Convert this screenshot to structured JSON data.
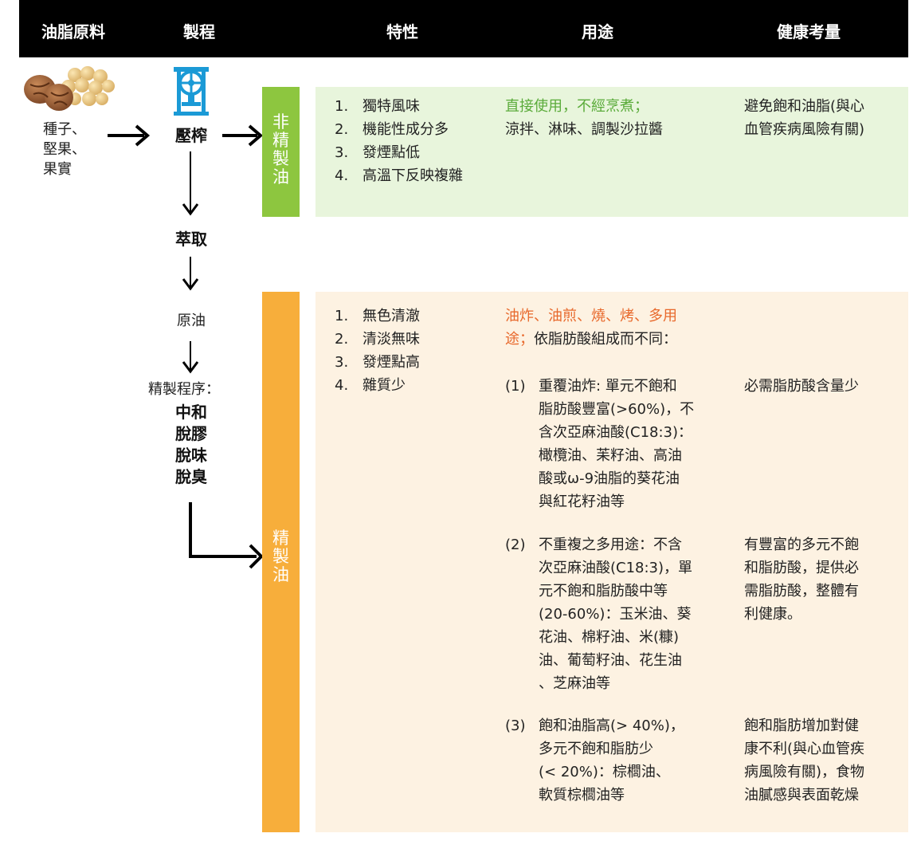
{
  "header": {
    "col_material": "油脂原料",
    "col_process": "製程",
    "col_property": "特性",
    "col_usage": "用途",
    "col_health": "健康考量"
  },
  "material": {
    "lines": [
      "種子、",
      "堅果、",
      "果實"
    ]
  },
  "process": {
    "press": "壓榨",
    "extract": "萃取",
    "crude": "原油",
    "refine_label": "精製程序：",
    "refine_steps": [
      "中和",
      "脫膠",
      "脫味",
      "脫臭"
    ]
  },
  "unrefined": {
    "label": [
      "非",
      "精",
      "製",
      "油"
    ],
    "properties": [
      {
        "num": "1.",
        "text": "獨特風味"
      },
      {
        "num": "2.",
        "text": "機能性成分多"
      },
      {
        "num": "3.",
        "text": "發煙點低"
      },
      {
        "num": "4.",
        "text": "高溫下反映複雜"
      }
    ],
    "usage_highlight": "直接使用，不經烹煮；",
    "usage_text": "涼拌、淋味、調製沙拉醬",
    "health": [
      "避免飽和油脂(與心",
      "血管疾病風險有關)"
    ]
  },
  "refined": {
    "label": [
      "精",
      "製",
      "油"
    ],
    "properties": [
      {
        "num": "1.",
        "text": "無色清澈"
      },
      {
        "num": "2.",
        "text": "清淡無味"
      },
      {
        "num": "3.",
        "text": "發煙點高"
      },
      {
        "num": "4.",
        "text": "雜質少"
      }
    ],
    "usage_highlight_1": "油炸、油煎、燒、烤、多用",
    "usage_highlight_2": "途；",
    "usage_text_2": "依脂肪酸組成而不同：",
    "sub": [
      {
        "num": "(1)",
        "lines": [
          "重覆油炸: 單元不飽和",
          "脂肪酸豐富(>60%)，不",
          "含次亞麻油酸(C18:3)：",
          "橄欖油、苿籽油、高油",
          "酸或ω-9油脂的葵花油",
          "與紅花籽油等"
        ],
        "health": [
          "必需脂肪酸含量少"
        ]
      },
      {
        "num": "(2)",
        "lines": [
          "不重複之多用途：不含",
          "次亞麻油酸(C18:3)，單",
          "元不飽和脂肪酸中等",
          "(20-60%)：玉米油、葵",
          "花油、棉籽油、米(糠)",
          "油、葡萄籽油、花生油",
          "、芝麻油等"
        ],
        "health": [
          "有豐富的多元不飽",
          "和脂肪酸，提供必",
          "需脂肪酸，整體有",
          "利健康。"
        ]
      },
      {
        "num": "(3)",
        "lines": [
          "飽和油脂高(> 40%)，",
          "多元不飽和脂肪少",
          "(< 20%)：棕櫚油、",
          "軟質棕櫚油等"
        ],
        "health": [
          "飽和脂肪增加對健",
          "康不利(與心血管疾",
          "病風險有關)，食物",
          "油膩感與表面乾燥"
        ]
      }
    ]
  },
  "colors": {
    "header_bg": "#000000",
    "unrefined_bar": "#8dc63f",
    "unrefined_panel": "#e8f5dc",
    "refined_bar": "#f7ae3b",
    "refined_panel": "#fdf2e2",
    "green_text": "#5aab3a",
    "orange_text": "#e8692c",
    "press_icon": "#1b9ad6"
  },
  "icons": {
    "material": "seeds-nuts-image",
    "press": "oil-press-machine-icon"
  }
}
